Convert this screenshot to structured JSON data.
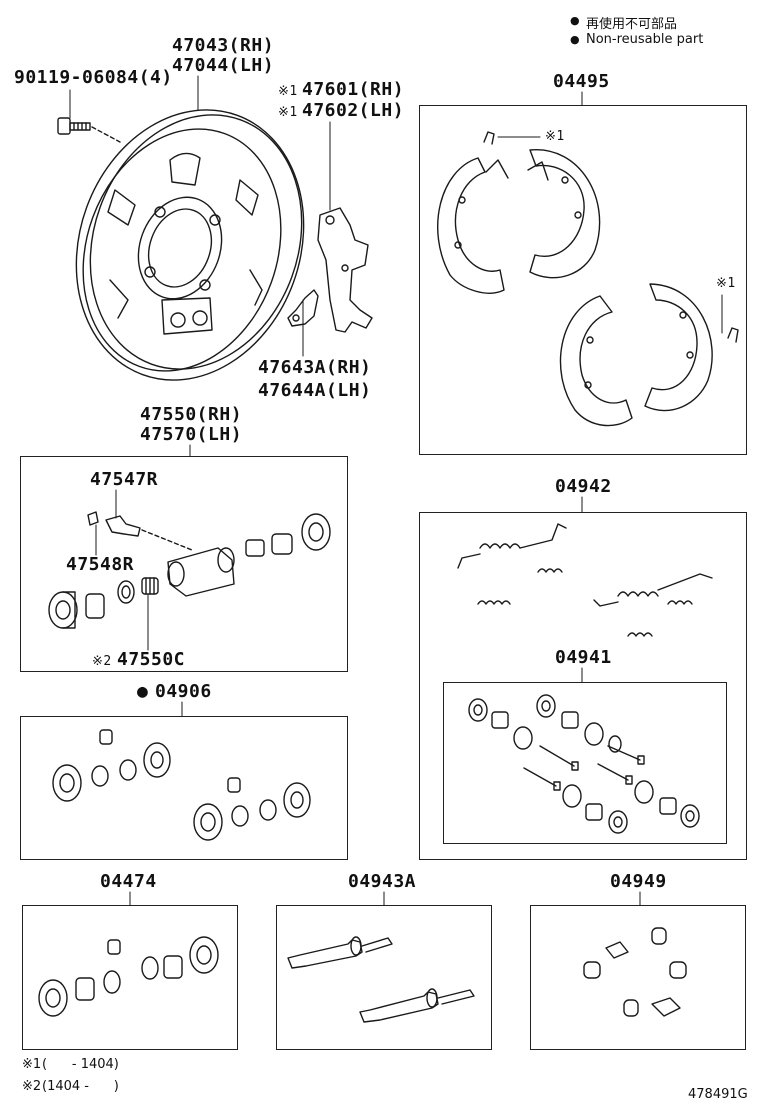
{
  "legend": {
    "dot_symbol": "●",
    "line1": "再使用不可部品",
    "line2": "Non-reusable part"
  },
  "labels": {
    "bolt": "90119-06084(4)",
    "plate_rh": "47043(RH)",
    "plate_lh": "47044(LH)",
    "lever_rh": "47601(RH)",
    "lever_lh": "47602(LH)",
    "lever_mark": "※1",
    "strut_rh": "47643A(RH)",
    "strut_lh": "47644A(LH)",
    "shoe_kit": "04495",
    "shoe_mark_top": "※1",
    "shoe_mark_right": "※1",
    "cyl_rh": "47550(RH)",
    "cyl_lh": "47570(LH)",
    "bleeder": "47547R",
    "cap": "47548R",
    "cup_kit_mark": "※2",
    "cup_kit": "47550C",
    "spring_kit": "04942",
    "hold_kit": "04941",
    "repair_kit": "04906",
    "repair_dot": "●",
    "kit_a": "04474",
    "kit_b": "04943A",
    "kit_c": "04949"
  },
  "footnotes": {
    "note1_mark": "※1",
    "note1_text": "(      - 1404)",
    "note2_mark": "※2",
    "note2_text": "(1404 -      )"
  },
  "figure_id": "478491G"
}
